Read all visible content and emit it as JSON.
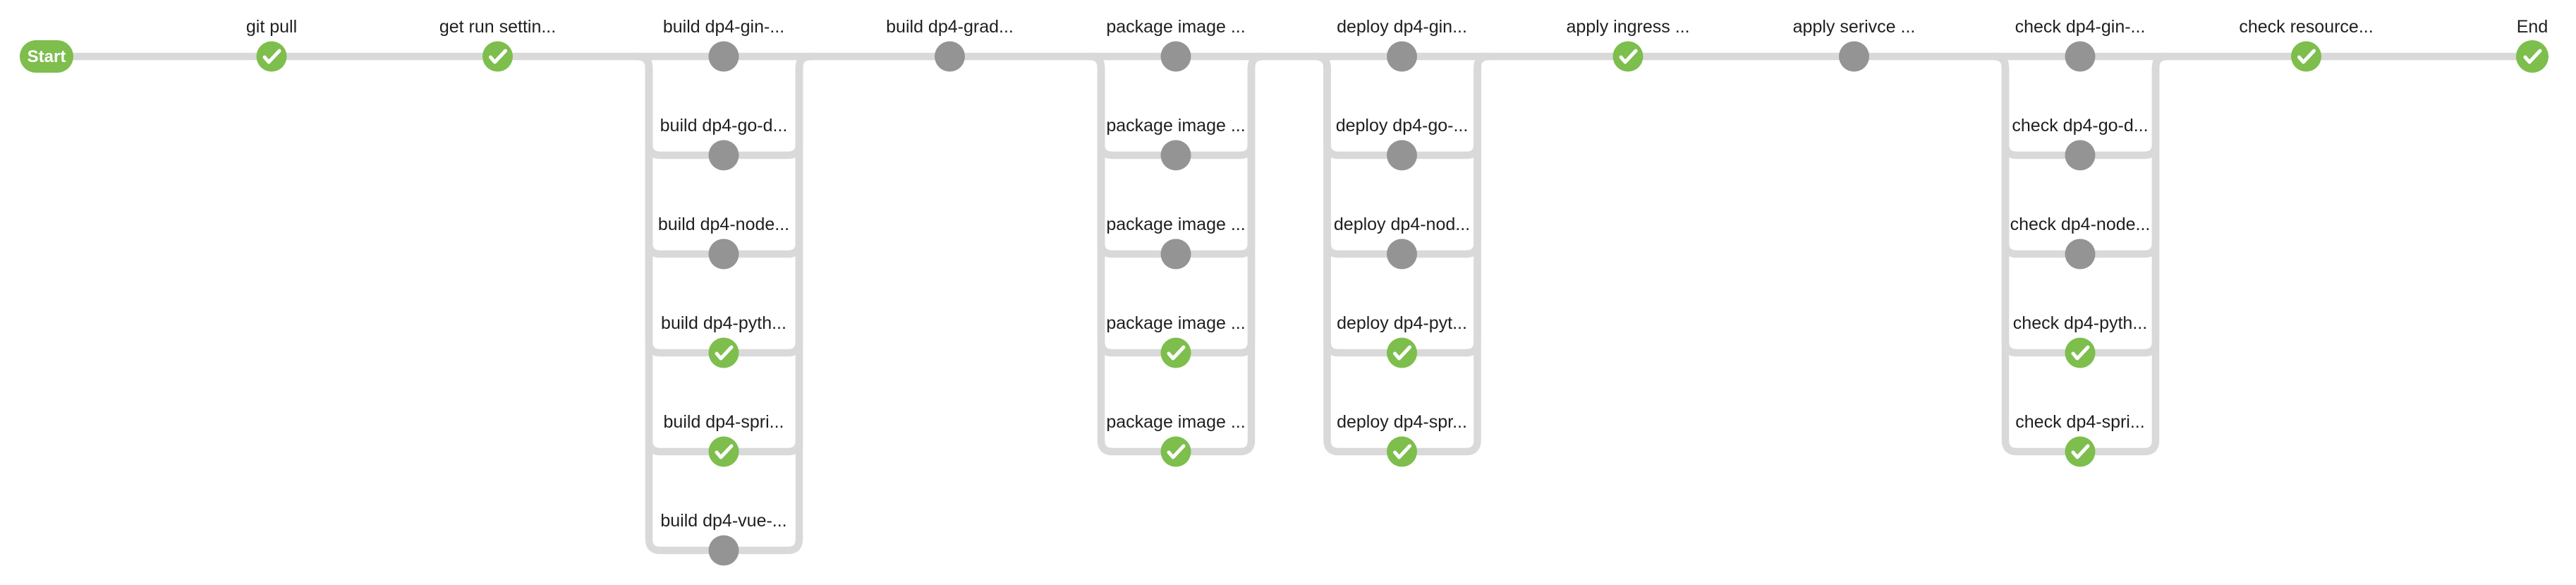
{
  "app": "pipeline-graph",
  "colors": {
    "line": "#d9d9d9",
    "success": "#7dbe4d",
    "not_built": "#949494",
    "label": "#1f1f1f",
    "check": "#ffffff"
  },
  "start": {
    "label": "Start"
  },
  "end": {
    "label": "End",
    "status": "success"
  },
  "stages": [
    {
      "label": "git pull",
      "status": "success"
    },
    {
      "label": "get run settin...",
      "status": "success"
    },
    {
      "parallel": [
        {
          "label": "build dp4-gin-...",
          "status": "not_built"
        },
        {
          "label": "build dp4-go-d...",
          "status": "not_built"
        },
        {
          "label": "build dp4-node...",
          "status": "not_built"
        },
        {
          "label": "build dp4-pyth...",
          "status": "success"
        },
        {
          "label": "build dp4-spri...",
          "status": "success"
        },
        {
          "label": "build dp4-vue-...",
          "status": "not_built"
        }
      ]
    },
    {
      "label": "build dp4-grad...",
      "status": "not_built"
    },
    {
      "parallel": [
        {
          "label": "package image ...",
          "status": "not_built"
        },
        {
          "label": "package image ...",
          "status": "not_built"
        },
        {
          "label": "package image ...",
          "status": "not_built"
        },
        {
          "label": "package image ...",
          "status": "success"
        },
        {
          "label": "package image ...",
          "status": "success"
        }
      ]
    },
    {
      "parallel": [
        {
          "label": "deploy dp4-gin...",
          "status": "not_built"
        },
        {
          "label": "deploy dp4-go-...",
          "status": "not_built"
        },
        {
          "label": "deploy dp4-nod...",
          "status": "not_built"
        },
        {
          "label": "deploy dp4-pyt...",
          "status": "success"
        },
        {
          "label": "deploy dp4-spr...",
          "status": "success"
        }
      ]
    },
    {
      "label": "apply ingress ...",
      "status": "success"
    },
    {
      "label": "apply serivce ...",
      "status": "not_built"
    },
    {
      "parallel": [
        {
          "label": "check dp4-gin-...",
          "status": "not_built"
        },
        {
          "label": "check dp4-go-d...",
          "status": "not_built"
        },
        {
          "label": "check dp4-node...",
          "status": "not_built"
        },
        {
          "label": "check dp4-pyth...",
          "status": "success"
        },
        {
          "label": "check dp4-spri...",
          "status": "success"
        }
      ]
    },
    {
      "label": "check resource...",
      "status": "success"
    }
  ]
}
